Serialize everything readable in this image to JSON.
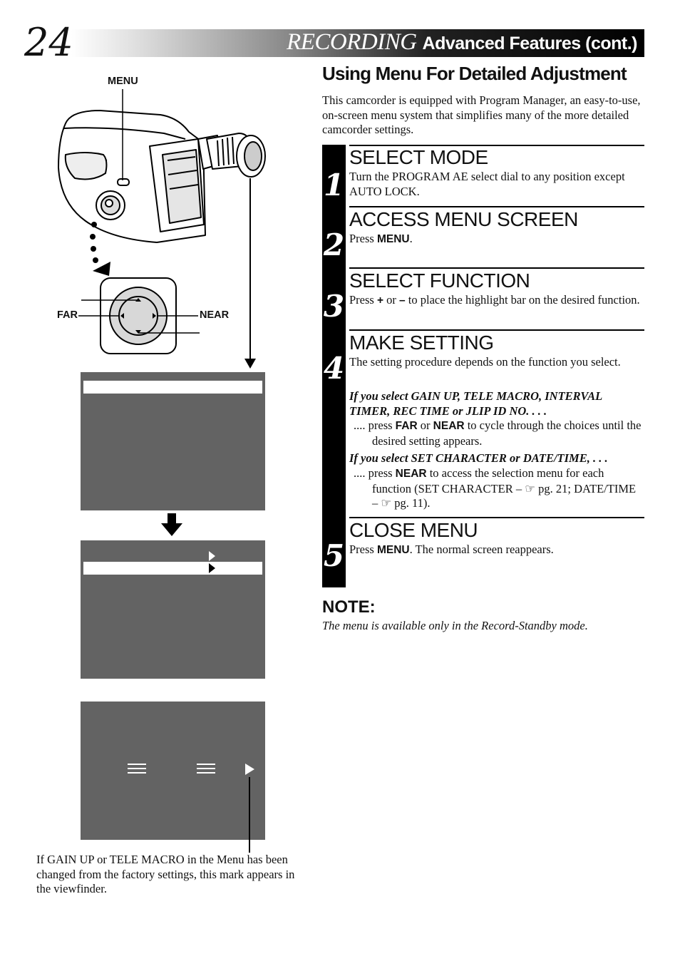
{
  "page_number": "24",
  "header": {
    "main": "RECORDING",
    "sub": "Advanced Features (cont.)"
  },
  "section_title": "Using Menu For Detailed Adjustment",
  "intro": "This camcorder is equipped with Program Manager, an easy-to-use, on-screen menu system that simplifies many of the more detailed camcorder settings.",
  "steps": [
    {
      "num": "1",
      "title": "SELECT MODE",
      "text": "Turn the PROGRAM AE select dial to any position except AUTO LOCK."
    },
    {
      "num": "2",
      "title": "ACCESS MENU SCREEN",
      "text_pre": "Press ",
      "text_bold": "MENU",
      "text_post": "."
    },
    {
      "num": "3",
      "title": "SELECT FUNCTION",
      "text_pre": "Press ",
      "text_bold1": "+",
      "text_mid1": " or ",
      "text_bold2": "–",
      "text_post": " to place the highlight bar on the desired function."
    },
    {
      "num": "4",
      "title": "MAKE SETTING",
      "text": "The setting procedure depends on the function you select.",
      "sub1": "If you select GAIN UP, TELE MACRO, INTERVAL TIMER, REC TIME or JLIP ID NO. . . .",
      "sub1_pre": ".... press ",
      "sub1_b1": "FAR",
      "sub1_mid": " or ",
      "sub1_b2": "NEAR",
      "sub1_post": " to cycle through the choices until the desired setting appears.",
      "sub2": "If you select SET CHARACTER or DATE/TIME, . . .",
      "sub2_pre": ".... press ",
      "sub2_b1": "NEAR",
      "sub2_post": " to access the selection menu for each function (SET CHARACTER – ☞ pg. 21; DATE/TIME – ☞ pg. 11)."
    },
    {
      "num": "5",
      "title": "CLOSE MENU",
      "text_pre": "Press ",
      "text_bold": "MENU",
      "text_post": ". The normal screen reappears."
    }
  ],
  "note": {
    "title": "NOTE:",
    "text": "The menu is available only in the Record-Standby mode."
  },
  "figure": {
    "menu_label": "MENU",
    "far_label": "FAR",
    "near_label": "NEAR"
  },
  "caption": "If GAIN UP or TELE MACRO in the Menu has been changed from the factory settings, this mark appears in the viewfinder."
}
